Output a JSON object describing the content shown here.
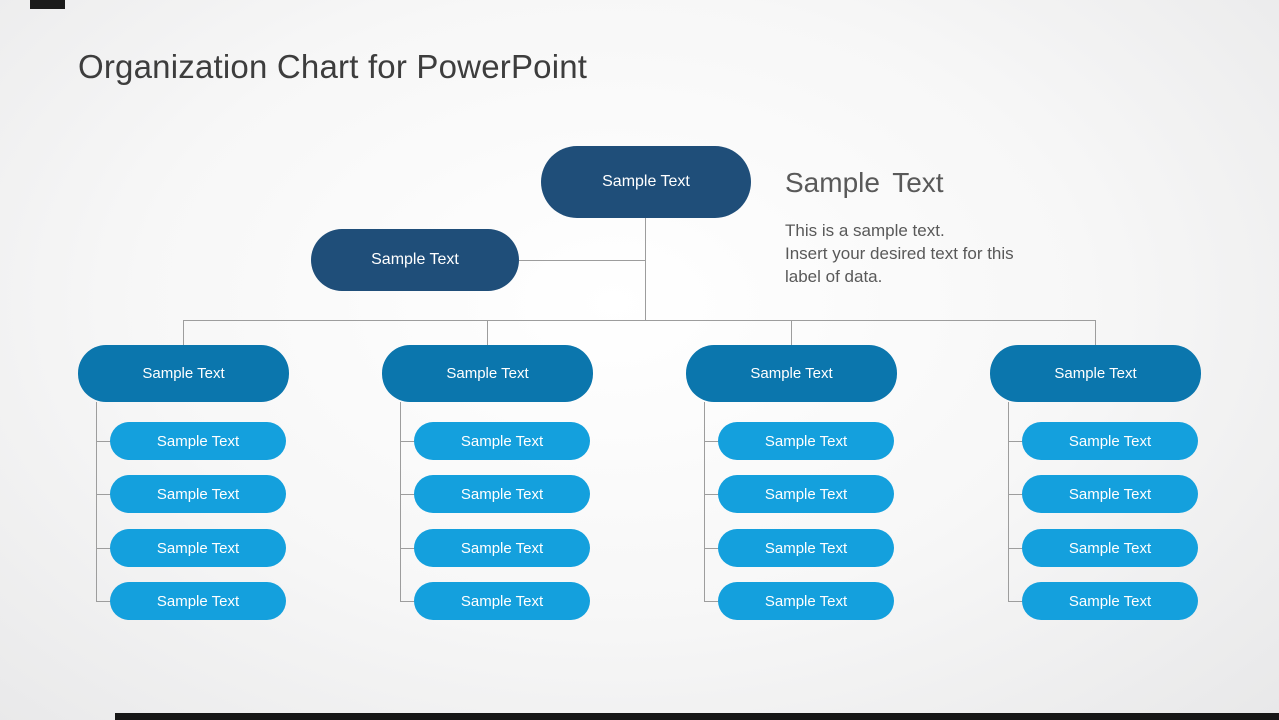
{
  "slide": {
    "title": "Organization Chart for PowerPoint"
  },
  "annotation": {
    "heading": "Sample Text",
    "body": "This is a sample text.\nInsert your desired text for this\nlabel of data."
  },
  "chart": {
    "root": {
      "label": "Sample Text"
    },
    "assistant": {
      "label": "Sample Text"
    },
    "branches": [
      {
        "label": "Sample Text",
        "children": [
          "Sample Text",
          "Sample Text",
          "Sample Text",
          "Sample Text"
        ]
      },
      {
        "label": "Sample Text",
        "children": [
          "Sample Text",
          "Sample Text",
          "Sample Text",
          "Sample Text"
        ]
      },
      {
        "label": "Sample Text",
        "children": [
          "Sample Text",
          "Sample Text",
          "Sample Text",
          "Sample Text"
        ]
      },
      {
        "label": "Sample Text",
        "children": [
          "Sample Text",
          "Sample Text",
          "Sample Text",
          "Sample Text"
        ]
      }
    ]
  },
  "colors": {
    "dark-blue": "#1f4e79",
    "mid-blue": "#0b76ad",
    "light-blue": "#14a0dd",
    "line-gray": "#9d9d9d",
    "title-gray": "#3d3d3d",
    "text-gray": "#595959"
  }
}
